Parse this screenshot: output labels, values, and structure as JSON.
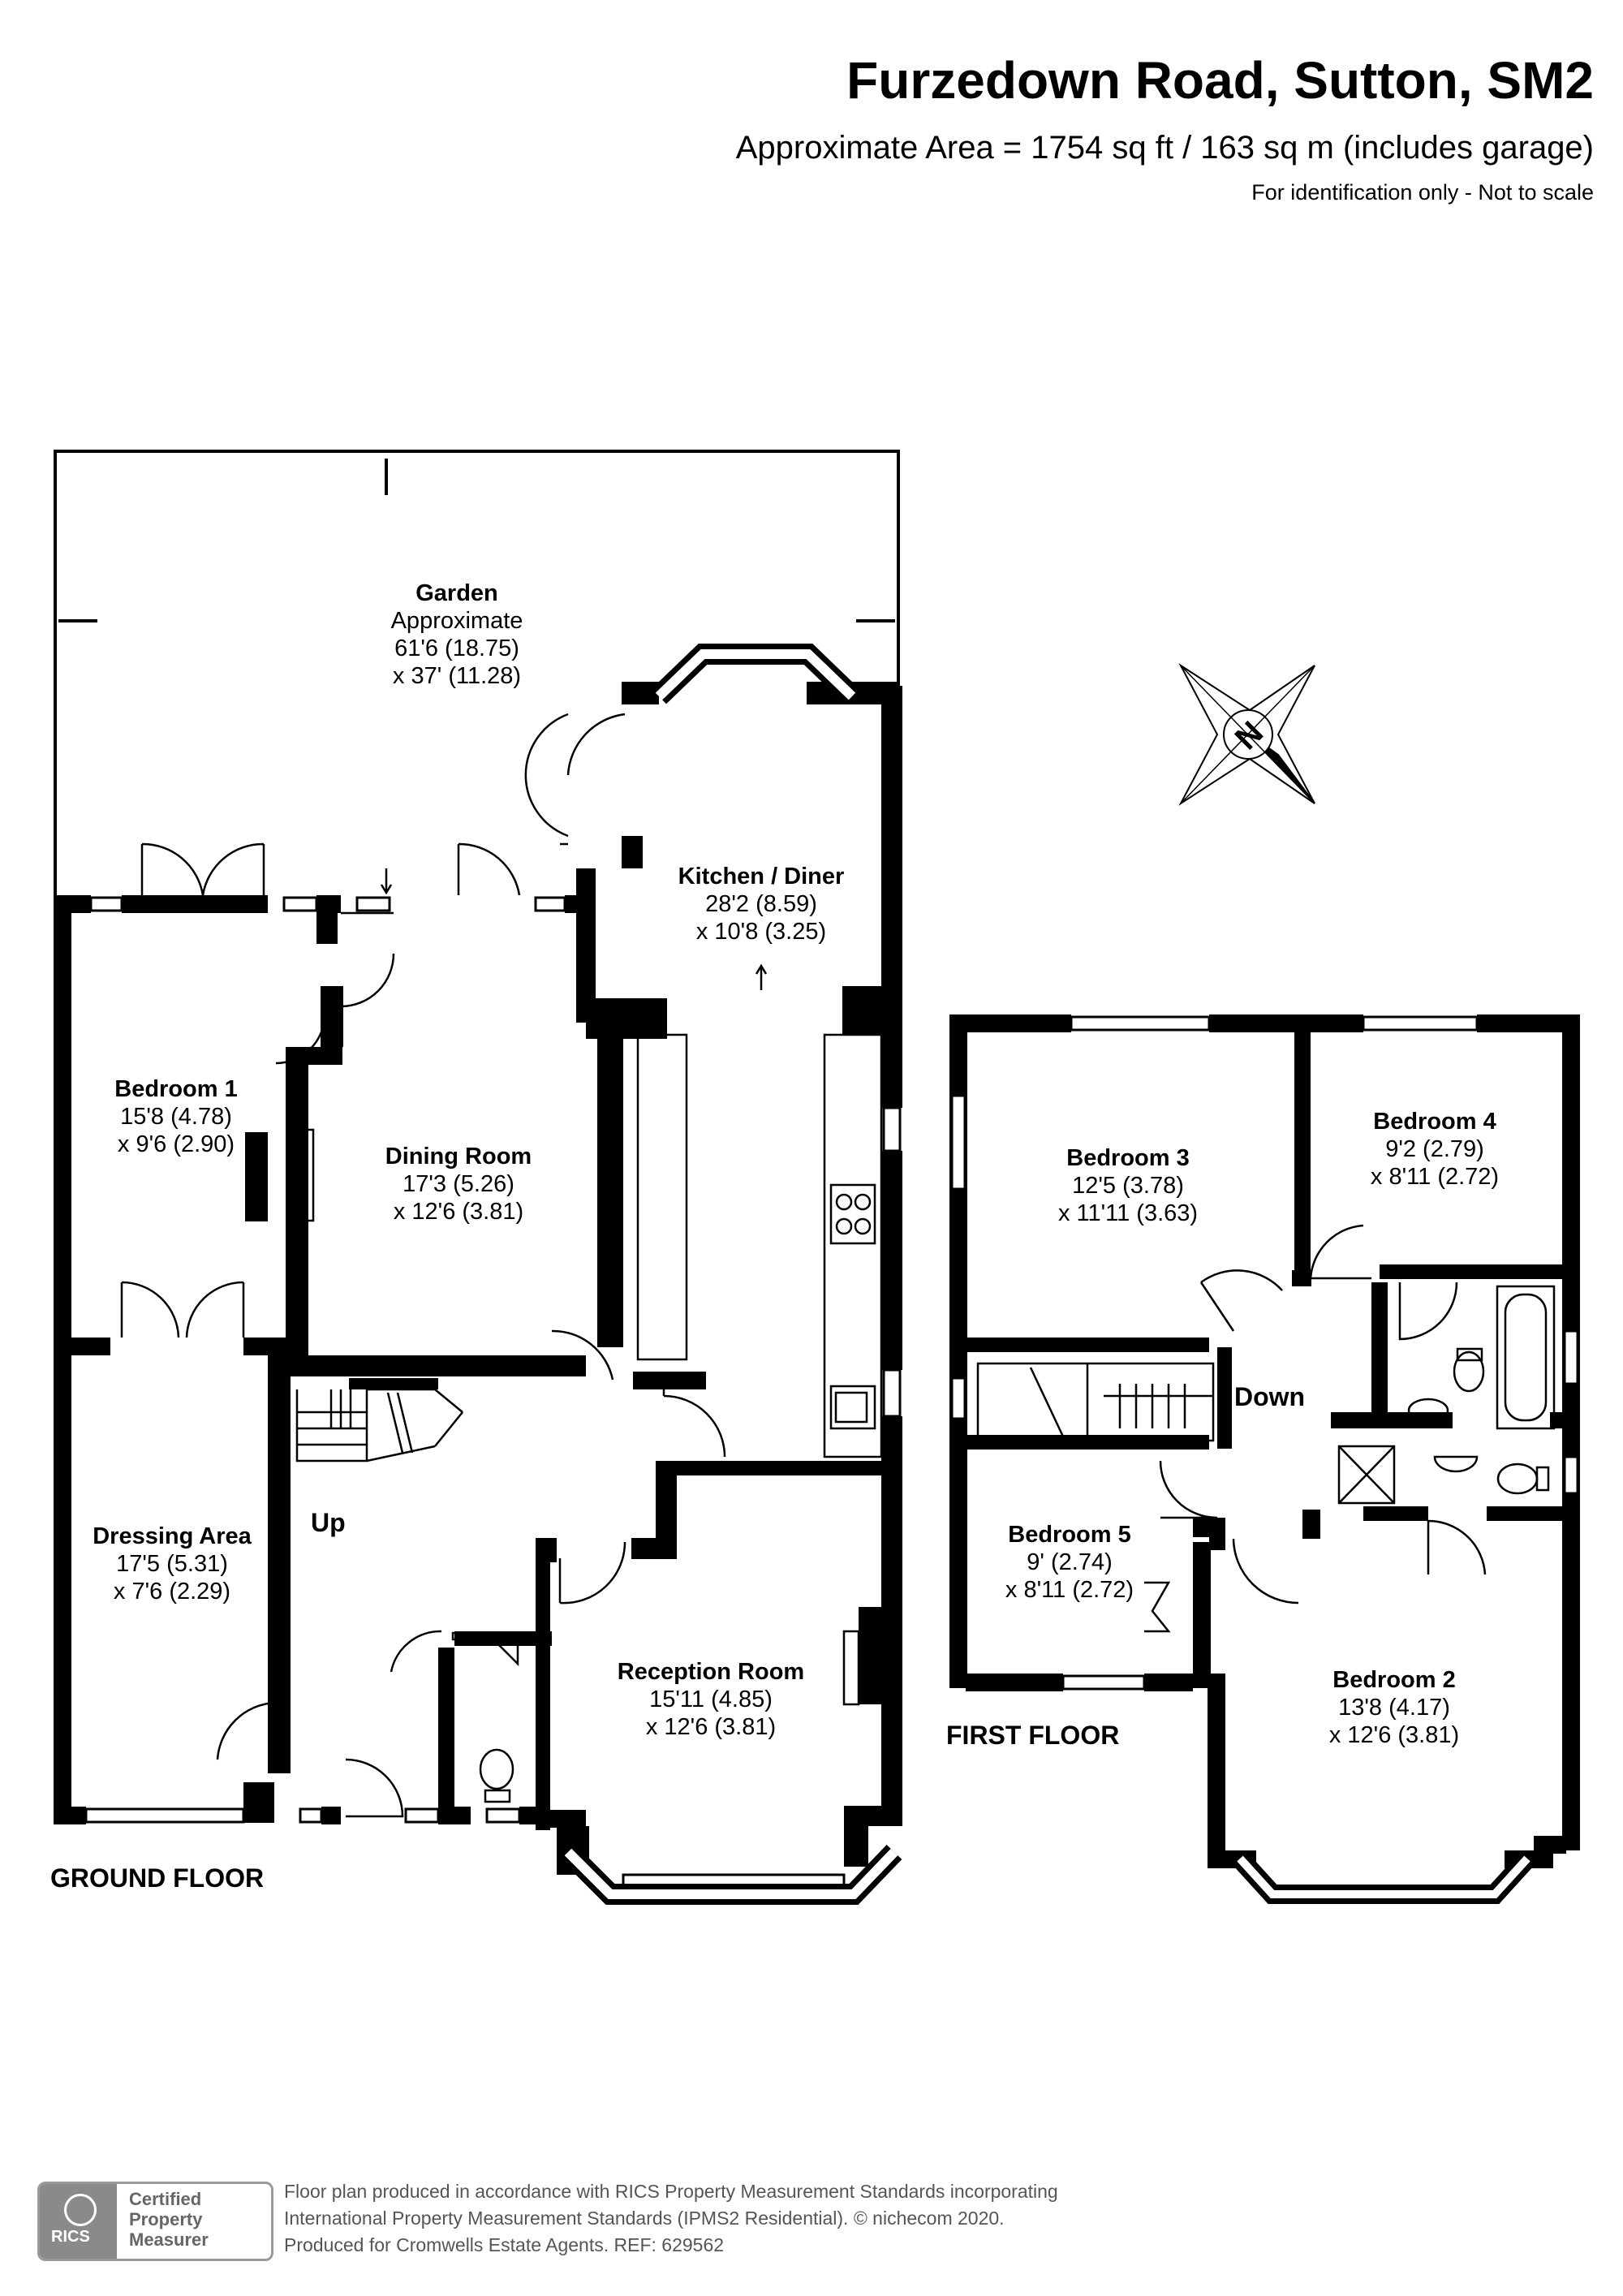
{
  "header": {
    "title": "Furzedown Road, Sutton, SM2",
    "area": "Approximate Area = 1754 sq ft / 163 sq m (includes garage)",
    "note": "For identification only - Not to scale"
  },
  "rooms": {
    "garden": {
      "name": "Garden",
      "line1": "Approximate",
      "line2": "61'6 (18.75)",
      "line3": "x 37' (11.28)"
    },
    "kitchen": {
      "name": "Kitchen / Diner",
      "line1": "28'2 (8.59)",
      "line2": "x 10'8 (3.25)"
    },
    "bedroom1": {
      "name": "Bedroom 1",
      "line1": "15'8 (4.78)",
      "line2": "x 9'6 (2.90)"
    },
    "dining": {
      "name": "Dining Room",
      "line1": "17'3 (5.26)",
      "line2": "x 12'6 (3.81)"
    },
    "dressing": {
      "name": "Dressing Area",
      "line1": "17'5 (5.31)",
      "line2": "x 7'6 (2.29)"
    },
    "reception": {
      "name": "Reception Room",
      "line1": "15'11 (4.85)",
      "line2": "x 12'6 (3.81)"
    },
    "bedroom3": {
      "name": "Bedroom 3",
      "line1": "12'5 (3.78)",
      "line2": "x 11'11 (3.63)"
    },
    "bedroom4": {
      "name": "Bedroom 4",
      "line1": "9'2 (2.79)",
      "line2": "x 8'11 (2.72)"
    },
    "bedroom5": {
      "name": "Bedroom 5",
      "line1": "9' (2.74)",
      "line2": "x 8'11 (2.72)"
    },
    "bedroom2": {
      "name": "Bedroom 2",
      "line1": "13'8 (4.17)",
      "line2": "x 12'6 (3.81)"
    }
  },
  "labels": {
    "ground_floor": "GROUND FLOOR",
    "first_floor": "FIRST FLOOR",
    "up": "Up",
    "down": "Down",
    "compass": "N"
  },
  "footer": {
    "badge_logo": "RICS",
    "badge_line1": "Certified",
    "badge_line2": "Property",
    "badge_line3": "Measurer",
    "line1": "Floor plan produced in accordance with RICS Property Measurement Standards incorporating",
    "line2": "International Property Measurement Standards (IPMS2 Residential).   © nichecom 2020.",
    "line3": "Produced for Cromwells Estate Agents.   REF:  629562"
  }
}
